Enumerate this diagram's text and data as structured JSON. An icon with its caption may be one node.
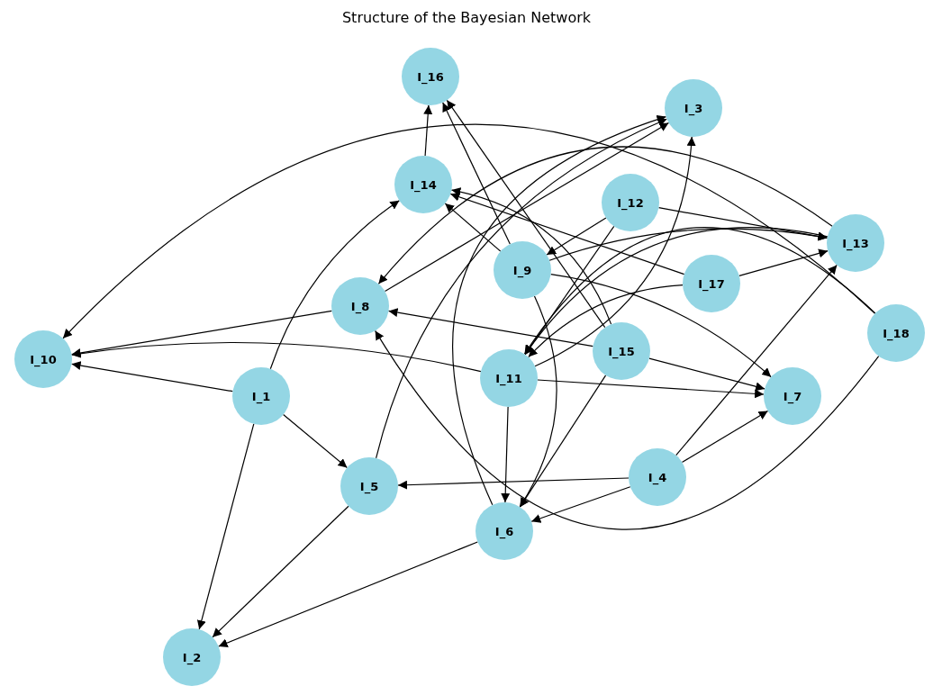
{
  "diagram": {
    "title": "Structure of the Bayesian Network",
    "nodes": [
      {
        "text": [
          "I_16"
        ]
      },
      {
        "text": [
          "I_3"
        ]
      },
      {
        "text": [
          "I_14"
        ]
      },
      {
        "text": [
          "I_12"
        ]
      },
      {
        "text": [
          "I_13"
        ]
      },
      {
        "text": [
          "I_17"
        ]
      },
      {
        "text": [
          "I_18"
        ]
      },
      {
        "text": [
          "I_9"
        ]
      },
      {
        "text": [
          "I_15"
        ]
      },
      {
        "text": [
          "I_7"
        ]
      },
      {
        "text": [
          "I_11"
        ]
      },
      {
        "text": [
          "I_8"
        ]
      },
      {
        "text": [
          "I_10"
        ]
      },
      {
        "text": [
          "I_1"
        ]
      },
      {
        "text": [
          "I_4"
        ]
      },
      {
        "text": [
          "I_5"
        ]
      },
      {
        "text": [
          "I_6"
        ]
      },
      {
        "text": [
          "I_2"
        ]
      }
    ],
    "edges": [
      {
        "from": 2,
        "to": 0,
        "arrow": "to"
      },
      {
        "from": 7,
        "to": 0,
        "arrow": "to"
      },
      {
        "from": 8,
        "to": 0,
        "arrow": "to"
      },
      {
        "from": 13,
        "to": 2,
        "arrow": "to"
      },
      {
        "from": 7,
        "to": 2,
        "arrow": "to"
      },
      {
        "from": 8,
        "to": 2,
        "arrow": "to"
      },
      {
        "from": 5,
        "to": 2,
        "arrow": "to"
      },
      {
        "from": 11,
        "to": 1,
        "arrow": "to"
      },
      {
        "from": 16,
        "to": 1,
        "arrow": "to"
      },
      {
        "from": 15,
        "to": 1,
        "arrow": "to"
      },
      {
        "from": 10,
        "to": 1,
        "arrow": "to"
      },
      {
        "from": 3,
        "to": 4,
        "arrow": "to"
      },
      {
        "from": 7,
        "to": 4,
        "arrow": "to"
      },
      {
        "from": 14,
        "to": 4,
        "arrow": "to"
      },
      {
        "from": 5,
        "to": 4,
        "arrow": "to"
      },
      {
        "from": 6,
        "to": 12,
        "arrow": "to"
      },
      {
        "from": 13,
        "to": 12,
        "arrow": "to"
      },
      {
        "from": 11,
        "to": 12,
        "arrow": "to"
      },
      {
        "from": 10,
        "to": 12,
        "arrow": "to"
      },
      {
        "from": 6,
        "to": 11,
        "arrow": "to"
      },
      {
        "from": 4,
        "to": 10,
        "arrow": "to"
      },
      {
        "from": 6,
        "to": 10,
        "arrow": "to"
      },
      {
        "from": 4,
        "to": 11,
        "arrow": "to"
      },
      {
        "from": 7,
        "to": 9,
        "arrow": "to"
      },
      {
        "from": 10,
        "to": 9,
        "arrow": "to"
      },
      {
        "from": 14,
        "to": 9,
        "arrow": "to"
      },
      {
        "from": 8,
        "to": 9,
        "arrow": "to"
      },
      {
        "from": 13,
        "to": 17,
        "arrow": "to"
      },
      {
        "from": 15,
        "to": 17,
        "arrow": "to"
      },
      {
        "from": 16,
        "to": 17,
        "arrow": "to"
      },
      {
        "from": 13,
        "to": 15,
        "arrow": "to"
      },
      {
        "from": 14,
        "to": 16,
        "arrow": "to"
      },
      {
        "from": 14,
        "to": 15,
        "arrow": "to"
      },
      {
        "from": 10,
        "to": 16,
        "arrow": "to"
      },
      {
        "from": 7,
        "to": 16,
        "arrow": "to"
      },
      {
        "from": 8,
        "to": 16,
        "arrow": "to"
      },
      {
        "from": 3,
        "to": 7,
        "arrow": "to"
      },
      {
        "from": 3,
        "to": 10,
        "arrow": "to"
      },
      {
        "from": 8,
        "to": 11,
        "arrow": "to"
      },
      {
        "from": 5,
        "to": 10,
        "arrow": "to"
      }
    ]
  }
}
